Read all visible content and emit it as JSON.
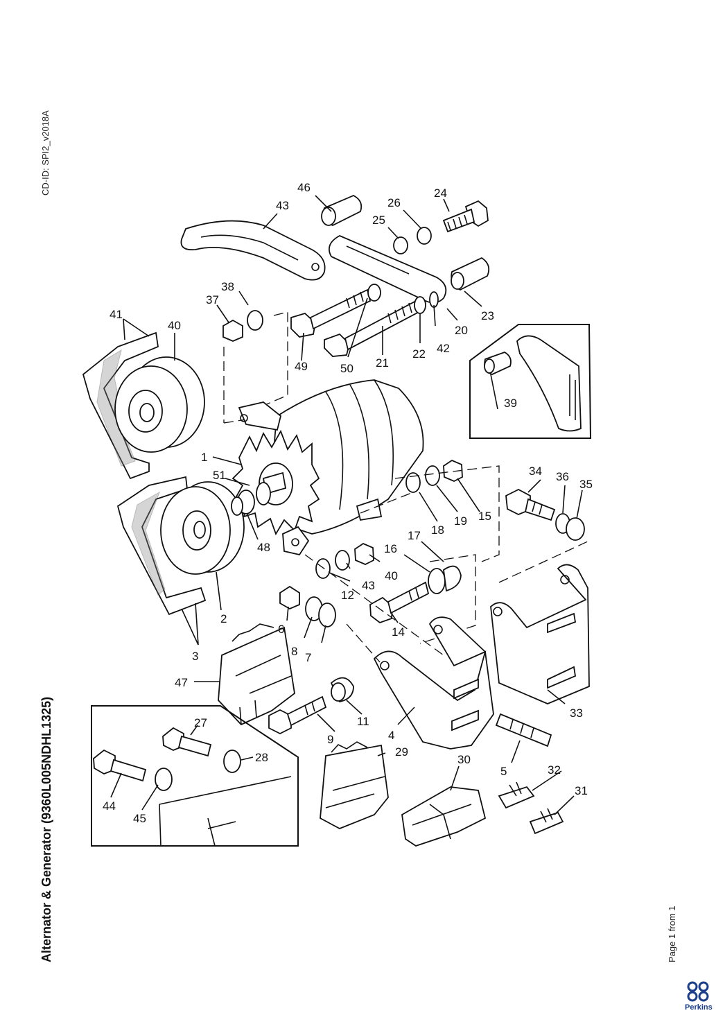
{
  "document": {
    "cd_id": "CD-ID: SPI2_v2018A",
    "title": "Alternator & Generator (9360L005NDHL1325)",
    "page": "Page 1 from 1",
    "brand": "Perkins",
    "brand_color": "#1a3e8c"
  },
  "callouts": [
    {
      "id": "c1",
      "label": "1"
    },
    {
      "id": "c2",
      "label": "2"
    },
    {
      "id": "c3",
      "label": "3"
    },
    {
      "id": "c4",
      "label": "4"
    },
    {
      "id": "c5",
      "label": "5"
    },
    {
      "id": "c6",
      "label": "6"
    },
    {
      "id": "c7",
      "label": "7"
    },
    {
      "id": "c8",
      "label": "8"
    },
    {
      "id": "c9",
      "label": "9"
    },
    {
      "id": "c11",
      "label": "11"
    },
    {
      "id": "c12",
      "label": "12"
    },
    {
      "id": "c14",
      "label": "14"
    },
    {
      "id": "c15",
      "label": "15"
    },
    {
      "id": "c16",
      "label": "16"
    },
    {
      "id": "c17",
      "label": "17"
    },
    {
      "id": "c18",
      "label": "18"
    },
    {
      "id": "c19",
      "label": "19"
    },
    {
      "id": "c20",
      "label": "20"
    },
    {
      "id": "c21",
      "label": "21"
    },
    {
      "id": "c22",
      "label": "22"
    },
    {
      "id": "c23",
      "label": "23"
    },
    {
      "id": "c24",
      "label": "24"
    },
    {
      "id": "c25",
      "label": "25"
    },
    {
      "id": "c26",
      "label": "26"
    },
    {
      "id": "c27",
      "label": "27"
    },
    {
      "id": "c28",
      "label": "28"
    },
    {
      "id": "c29",
      "label": "29"
    },
    {
      "id": "c30",
      "label": "30"
    },
    {
      "id": "c31",
      "label": "31"
    },
    {
      "id": "c32",
      "label": "32"
    },
    {
      "id": "c33",
      "label": "33"
    },
    {
      "id": "c34",
      "label": "34"
    },
    {
      "id": "c35",
      "label": "35"
    },
    {
      "id": "c36",
      "label": "36"
    },
    {
      "id": "c37",
      "label": "37"
    },
    {
      "id": "c38",
      "label": "38"
    },
    {
      "id": "c39",
      "label": "39"
    },
    {
      "id": "c40a",
      "label": "40"
    },
    {
      "id": "c40b",
      "label": "40"
    },
    {
      "id": "c41",
      "label": "41"
    },
    {
      "id": "c42",
      "label": "42"
    },
    {
      "id": "c43a",
      "label": "43"
    },
    {
      "id": "c43b",
      "label": "43"
    },
    {
      "id": "c44",
      "label": "44"
    },
    {
      "id": "c45",
      "label": "45"
    },
    {
      "id": "c46",
      "label": "46"
    },
    {
      "id": "c47",
      "label": "47"
    },
    {
      "id": "c48",
      "label": "48"
    },
    {
      "id": "c49",
      "label": "49"
    },
    {
      "id": "c50",
      "label": "50"
    },
    {
      "id": "c51",
      "label": "51"
    }
  ]
}
